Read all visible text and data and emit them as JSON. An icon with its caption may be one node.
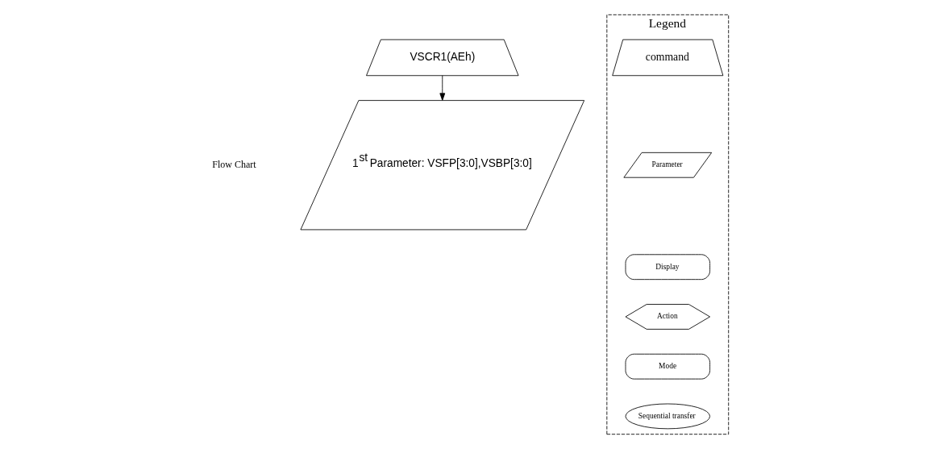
{
  "diagram": {
    "nodes": [
      {
        "text": [
          "VSCR1(AEh)"
        ]
      },
      {
        "text": [
          "1$^{st}$ Parameter: VSFP[3:0],VSBP[3:0]"
        ]
      },
      {
        "text": [
          "Legend"
        ]
      },
      {
        "text": [
          "command"
        ],
        "in": 2
      },
      {
        "text": [
          "Parameter"
        ],
        "in": 2
      },
      {
        "text": [
          "Display"
        ],
        "in": 2
      },
      {
        "text": [
          "Action"
        ],
        "in": 2
      },
      {
        "text": [
          "Mode"
        ],
        "in": 2
      },
      {
        "text": [
          "Sequential transfer"
        ],
        "in": 2
      }
    ],
    "edges": [
      {
        "from": 0,
        "to": 1,
        "arrow": "to"
      }
    ],
    "labels": [
      "Flow Chart"
    ]
  }
}
